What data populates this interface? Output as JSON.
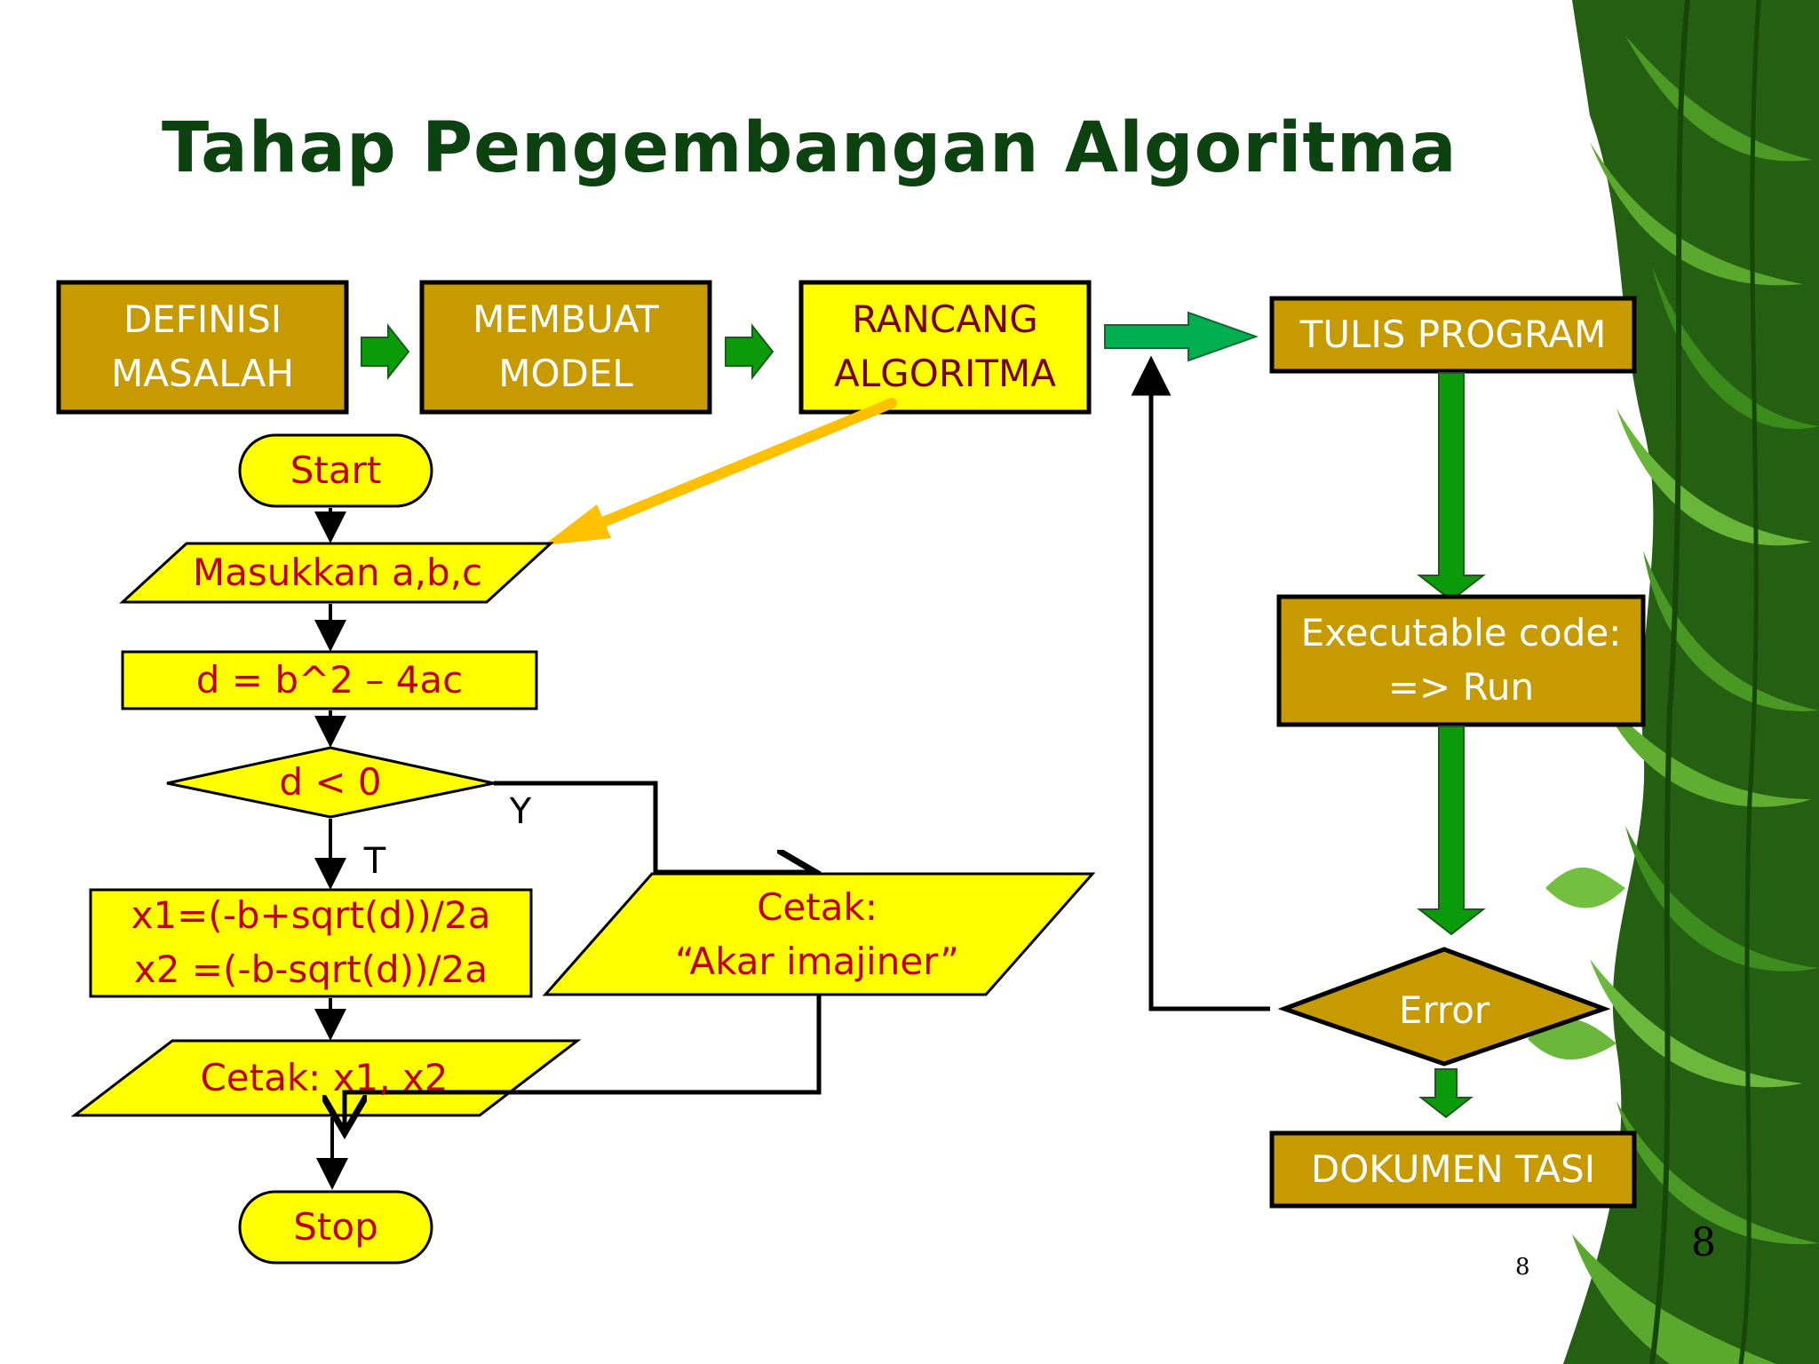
{
  "slide": {
    "title": "Tahap Pengembangan Algoritma",
    "page_number_small": "8",
    "page_number_large": "8"
  },
  "colors": {
    "title": "#0b4210",
    "brown_box": "#c79a00",
    "yellow_box": "#ffff00",
    "box_text_red": "#c00000",
    "arrow_green": "#0a9a0a",
    "arrow_teal": "#00b050",
    "arrow_orange": "#ffc000"
  },
  "process": {
    "definisi": "DEFINISI\nMASALAH",
    "model": "MEMBUAT\nMODEL",
    "rancang": "RANCANG\nALGORITMA",
    "tulis": "TULIS PROGRAM",
    "executable": "Executable code:\n=> Run",
    "error": "Error",
    "dokumen": "DOKUMEN TASI"
  },
  "flowchart": {
    "start": "Start",
    "input": "Masukkan a,b,c",
    "compute": "d = b^2 – 4ac",
    "decision": "d < 0",
    "yes_label": "Y",
    "no_label": "T",
    "roots": "x1=(-b+sqrt(d))/2a\nx2 =(-b-sqrt(d))/2a",
    "print_imag": "Cetak:\n“Akar imajiner”",
    "print_roots": "Cetak: x1, x2",
    "stop": "Stop"
  }
}
